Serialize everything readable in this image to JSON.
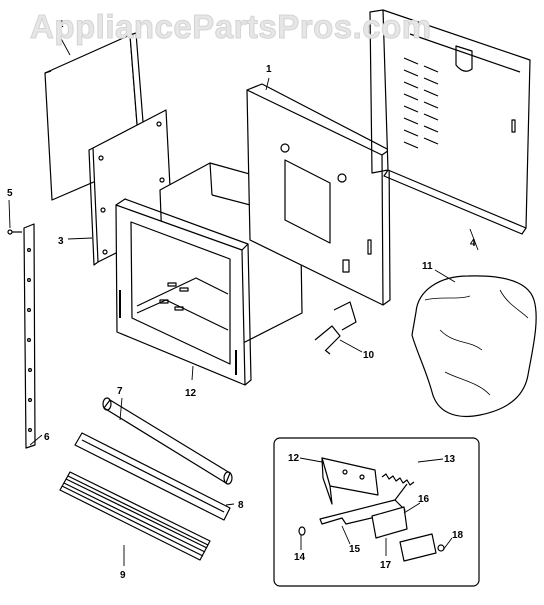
{
  "watermark": "AppliancePartsPros.com",
  "callouts": [
    "1",
    "2",
    "3",
    "4",
    "5",
    "6",
    "7",
    "8",
    "9",
    "10",
    "11",
    "12",
    "12",
    "13",
    "14",
    "15",
    "16",
    "17",
    "18"
  ]
}
